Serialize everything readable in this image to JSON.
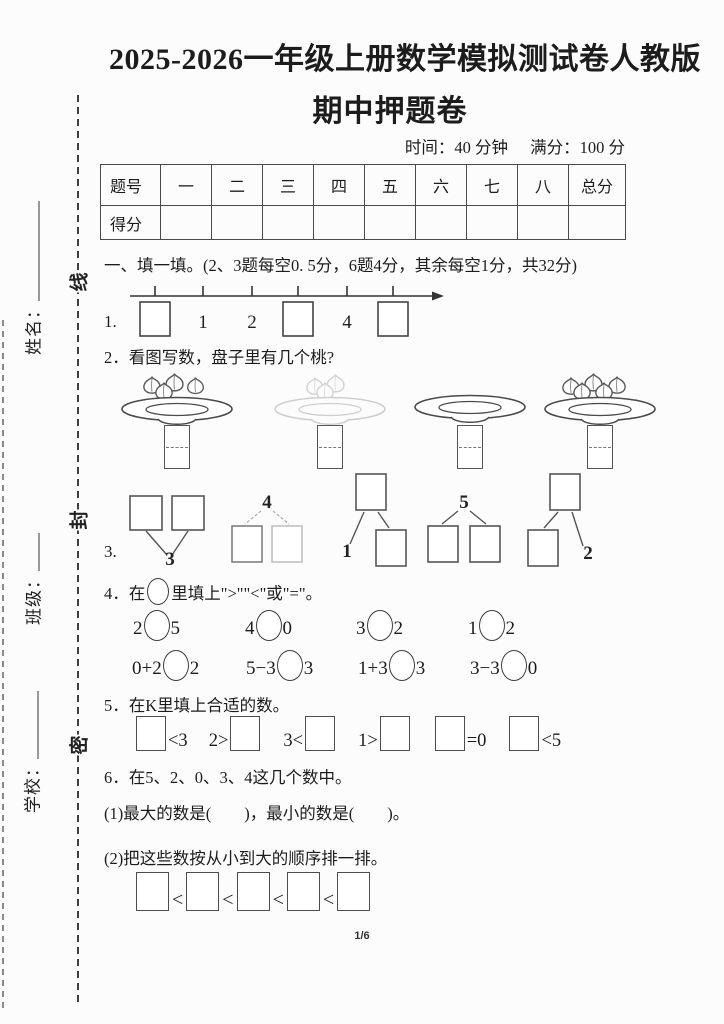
{
  "header": {
    "title_line1": "2025-2026一年级上册数学模拟测试卷人教版",
    "title_line2": "期中押题卷",
    "time_label": "时间：40 分钟",
    "score_label": "满分：100 分"
  },
  "score_table": {
    "headers": [
      "题号",
      "一",
      "二",
      "三",
      "四",
      "五",
      "六",
      "七",
      "八",
      "总分"
    ],
    "score_row_label": "得分"
  },
  "section1": {
    "heading": "一、填一填。(2、3题每空0. 5分，6题4分，其余每空1分，共32分)"
  },
  "q1": {
    "number": "1.",
    "tick_labels": [
      "1",
      "2",
      "4"
    ],
    "tick_sequence": [
      "box",
      "1",
      "2",
      "box",
      "4",
      "box"
    ]
  },
  "q2": {
    "number": "2．",
    "text": "看图写数，盘子里有几个桃?",
    "plates": [
      {
        "peaches": 4,
        "faint": false
      },
      {
        "peaches": 3,
        "faint": true
      },
      {
        "peaches": 0,
        "faint": false
      },
      {
        "peaches": 5,
        "faint": false
      }
    ]
  },
  "q3": {
    "number": "3.",
    "g1_bottom": "3",
    "g2_top": "4",
    "g3_bottom_left": "1",
    "g4_top": "5",
    "g5_bottom_right": "2"
  },
  "q4": {
    "number": "4．",
    "heading_pre": "在",
    "heading_post": "里填上\">\"\"<\"或\"=\"。",
    "row1": [
      {
        "l": "2",
        "r": "5"
      },
      {
        "l": "4",
        "r": "0"
      },
      {
        "l": "3",
        "r": "2"
      },
      {
        "l": "1",
        "r": "2"
      }
    ],
    "row2": [
      {
        "l": "0+2",
        "r": "2"
      },
      {
        "l": "5−3",
        "r": "3"
      },
      {
        "l": "1+3",
        "r": "3"
      },
      {
        "l": "3−3",
        "r": "0"
      }
    ]
  },
  "q5": {
    "number": "5．",
    "text": "在K里填上合适的数。",
    "items": [
      {
        "pre": "",
        "post": "<3"
      },
      {
        "pre": "2>",
        "post": ""
      },
      {
        "pre": "3<",
        "post": ""
      },
      {
        "pre": "1>",
        "post": ""
      },
      {
        "pre": "",
        "post": "=0"
      },
      {
        "pre": "",
        "post": "<5"
      }
    ]
  },
  "q6": {
    "number": "6．",
    "text": "在5、2、0、3、4这几个数中。",
    "sub1": "(1)最大的数是(　　)，最小的数是(　　)。",
    "sub2": "(2)把这些数按从小到大的顺序排一排。",
    "chain_symbol": "<"
  },
  "side": {
    "name_label": "姓名：",
    "class_label": "班级：",
    "school_label": "学校：",
    "seal_top": "线",
    "seal_mid": "封",
    "seal_bottom": "密"
  },
  "footer": {
    "page_indicator": "1/6"
  }
}
